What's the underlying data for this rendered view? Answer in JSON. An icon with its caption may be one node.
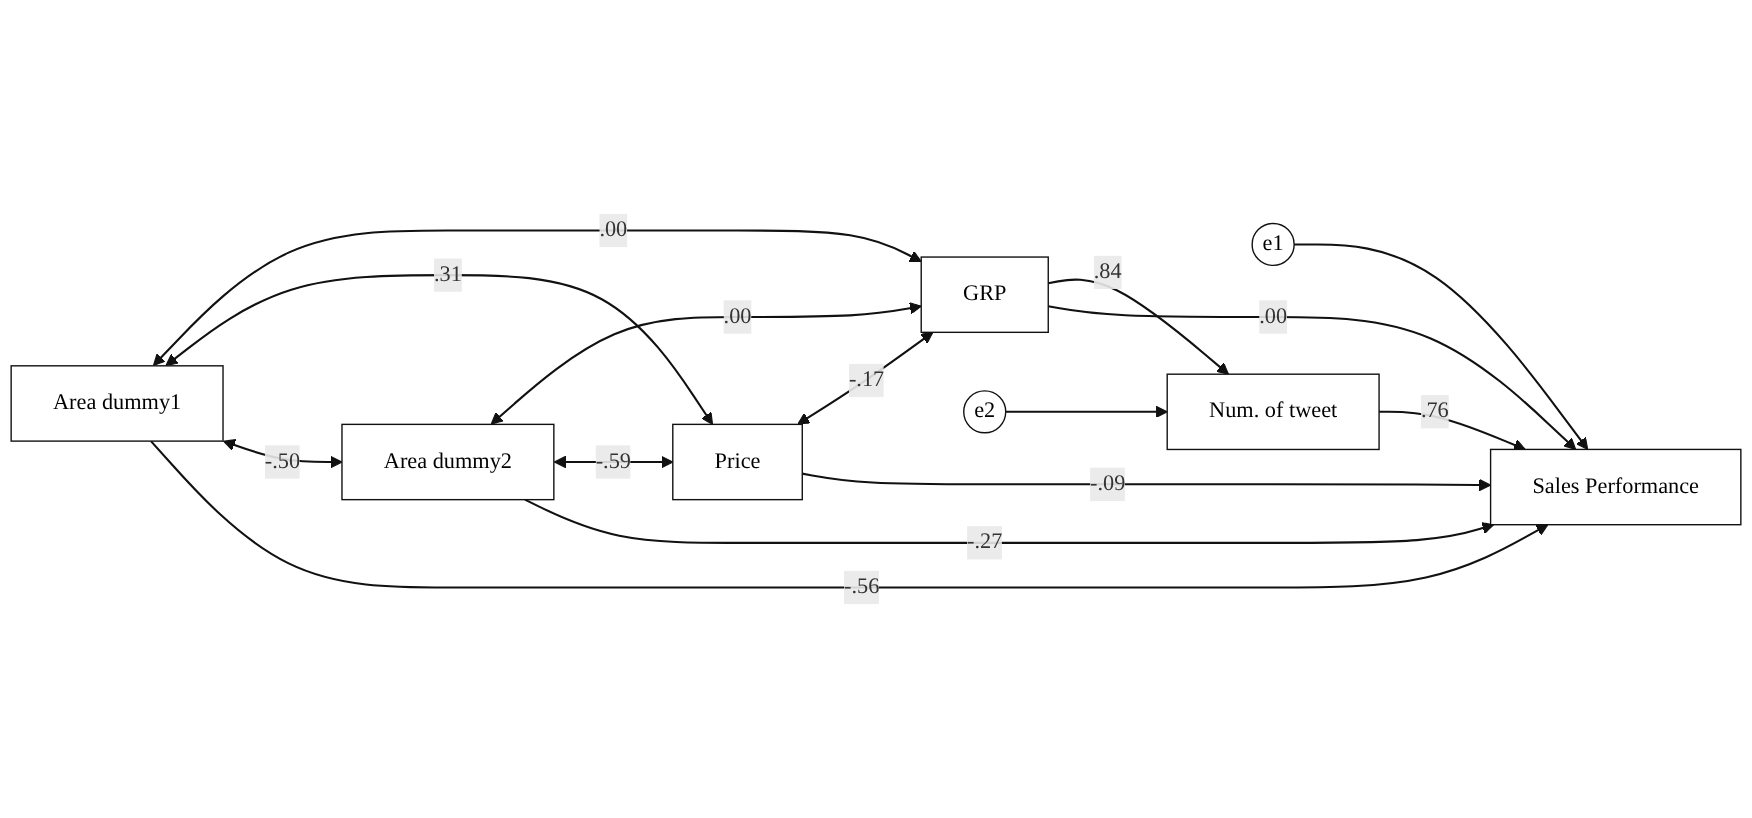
{
  "diagram": {
    "nodes": [
      {
        "text": [
          "Area dummy1"
        ]
      },
      {
        "text": [
          "Area dummy2"
        ]
      },
      {
        "text": [
          "Price"
        ]
      },
      {
        "text": [
          "GRP"
        ]
      },
      {
        "text": [
          "Sales Performance"
        ]
      },
      {
        "text": [
          "e1"
        ]
      },
      {
        "text": [
          "Num. of tweet"
        ]
      },
      {
        "text": [
          "e2"
        ]
      }
    ],
    "edges": [
      {
        "from": 0,
        "to": 4,
        "arrow": "to",
        "label": "-.56"
      },
      {
        "from": 1,
        "to": 4,
        "arrow": "to",
        "label": "-.27"
      },
      {
        "from": 2,
        "to": 4,
        "arrow": "to",
        "label": "-.09"
      },
      {
        "from": 3,
        "to": 4,
        "arrow": "to",
        "label": ".00"
      },
      {
        "from": 3,
        "to": 6,
        "arrow": "to",
        "label": ".84"
      },
      {
        "from": 6,
        "to": 4,
        "arrow": "to",
        "label": ".76"
      },
      {
        "from": 5,
        "to": 4,
        "arrow": "to"
      },
      {
        "from": 7,
        "to": 6,
        "arrow": "to"
      },
      {
        "from": 0,
        "to": 1,
        "arrow": "both",
        "label": "-.50"
      },
      {
        "from": 0,
        "to": 2,
        "arrow": "both",
        "label": ".31"
      },
      {
        "from": 0,
        "to": 3,
        "arrow": "both",
        "label": ".00"
      },
      {
        "from": 1,
        "to": 2,
        "arrow": "both",
        "label": "-.59"
      },
      {
        "from": 1,
        "to": 3,
        "arrow": "both",
        "label": ".00"
      },
      {
        "from": 2,
        "to": 3,
        "arrow": "both",
        "label": "-.17"
      }
    ]
  }
}
